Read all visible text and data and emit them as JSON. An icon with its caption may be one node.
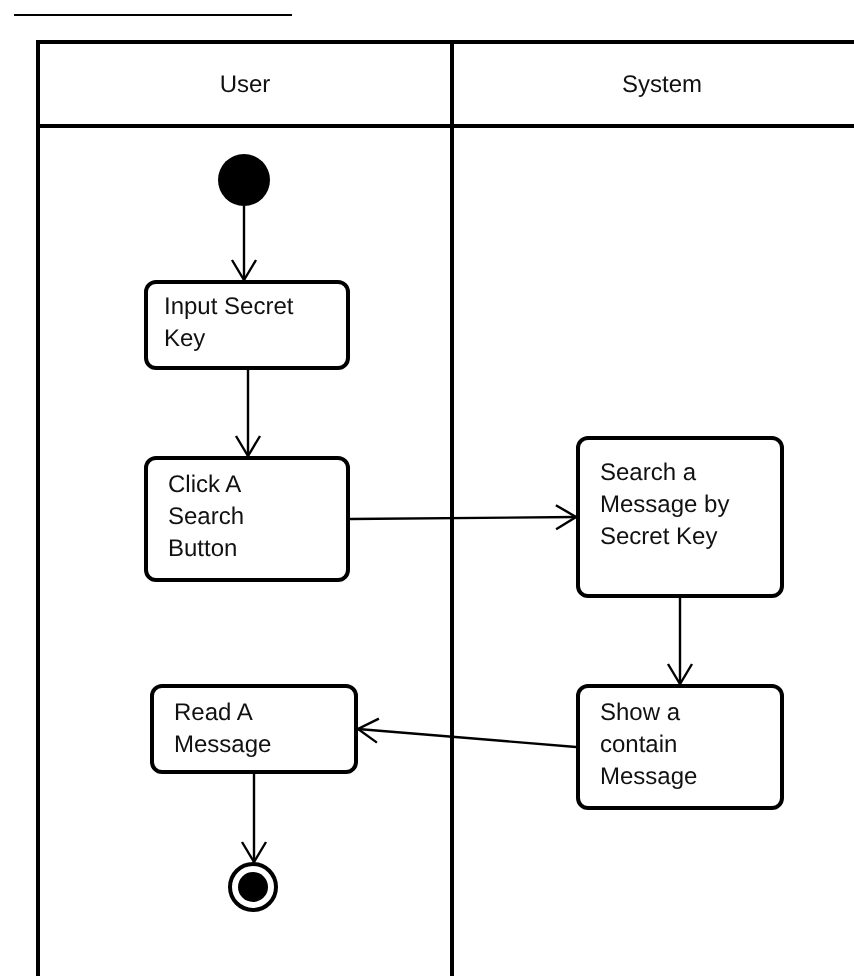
{
  "diagram": {
    "nodes": [
      {
        "text": [
          "User"
        ]
      },
      {
        "text": [
          "System"
        ]
      },
      {
        "text": [],
        "shape": "circle",
        "in": 0
      },
      {
        "text": [
          "Input Secret Key"
        ],
        "in": 0
      },
      {
        "text": [
          "Click A Search Button"
        ],
        "in": 0
      },
      {
        "text": [
          "Search a Message by Secret Key"
        ],
        "in": 1
      },
      {
        "text": [
          "Show a contain Message"
        ],
        "in": 1
      },
      {
        "text": [
          "Read A Message"
        ],
        "in": 0
      },
      {
        "text": [],
        "shape": "circle",
        "in": 0
      }
    ],
    "edges": [
      {
        "from": 2,
        "to": 3,
        "arrow": "to"
      },
      {
        "from": 3,
        "to": 4,
        "arrow": "to"
      },
      {
        "from": 4,
        "to": 5,
        "arrow": "to"
      },
      {
        "from": 5,
        "to": 6,
        "arrow": "to"
      },
      {
        "from": 6,
        "to": 7,
        "arrow": "to"
      },
      {
        "from": 7,
        "to": 8,
        "arrow": "to"
      }
    ]
  }
}
